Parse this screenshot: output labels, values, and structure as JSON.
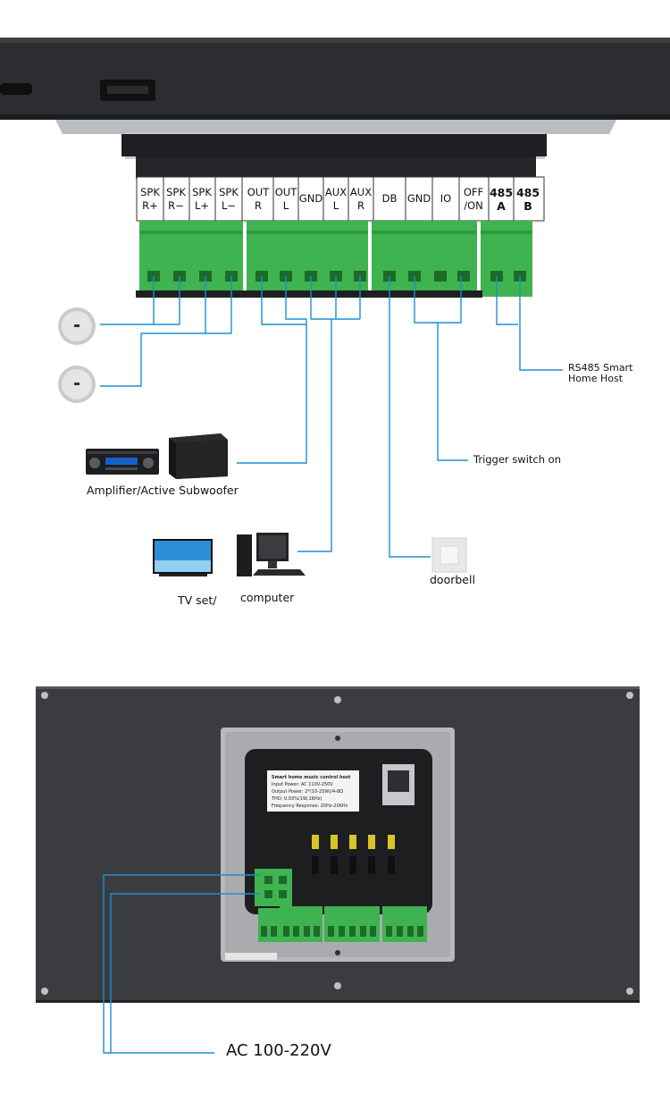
{
  "terminals": [
    {
      "label": "SPK\nR+"
    },
    {
      "label": "SPK\nR−"
    },
    {
      "label": "SPK\nL+"
    },
    {
      "label": "SPK\nL−"
    },
    {
      "label": "OUT\nR"
    },
    {
      "label": "OUT\nL"
    },
    {
      "label": "GND"
    },
    {
      "label": "AUX\nL"
    },
    {
      "label": "AUX\nR"
    },
    {
      "label": "DB"
    },
    {
      "label": "GND"
    },
    {
      "label": "IO"
    },
    {
      "label": "OFF\n/ON"
    },
    {
      "label": "485\nA"
    },
    {
      "label": "485\nB"
    }
  ],
  "labels": {
    "amplifier": "Amplifier/Active Subwoofer",
    "tv": "TV set/",
    "computer": "computer",
    "doorbell": "doorbell",
    "trigger": "Trigger switch on",
    "rs485_line1": "RS485 Smart",
    "rs485_line2": "Home Host",
    "ac": "AC 100-220V"
  },
  "sticker": {
    "title": "Smart home music control host",
    "line1": "Input Power: AC 110V-250V",
    "line2": "Output Power: 2*(10-25W)/4-8Ω",
    "line3": "THD: 0.03%(1W,1KHz)",
    "line4": "Frequency Response: 20Hz-20KHz"
  },
  "colors": {
    "wire": "#1f8fd0",
    "terminal_green": "#3fb34f",
    "device_dark": "#2b2d30",
    "panel_gray": "#3a3c3f"
  }
}
